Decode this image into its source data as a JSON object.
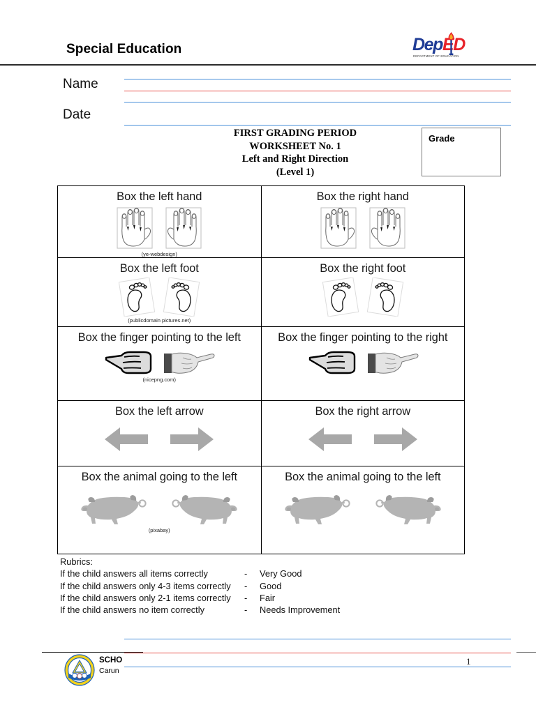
{
  "header": {
    "subject_title": "Special Education",
    "logo": {
      "name": "deped-logo",
      "text_primary": "Dep",
      "text_secondary": "ED",
      "subtitle": "DEPARTMENT OF EDUCATION",
      "color_primary": "#1f3c96",
      "color_secondary": "#e8232a",
      "torch_colors": [
        "#e8232a",
        "#f7a823"
      ]
    }
  },
  "fields": {
    "name_label": "Name",
    "date_label": "Date",
    "rule_blue_color": "#4a90d9",
    "rule_red_color": "#e8504a"
  },
  "title_block": {
    "line1": "FIRST GRADING PERIOD",
    "line2": "WORKSHEET No. 1",
    "line3": "Left and Right Direction",
    "line4": "(Level 1)"
  },
  "grade_box": {
    "label": "Grade",
    "value": "",
    "border_color": "#7a7a7a"
  },
  "worksheet_rows": [
    {
      "key": "hand",
      "left": {
        "prompt": "Box the left hand",
        "figures": [
          "left-hand-outline",
          "right-hand-outline"
        ],
        "credit": "(ye-webdesign)"
      },
      "right": {
        "prompt": "Box the right hand",
        "figures": [
          "left-hand-outline",
          "right-hand-outline"
        ],
        "credit": ""
      }
    },
    {
      "key": "foot",
      "left": {
        "prompt": "Box the left foot",
        "figures": [
          "left-footprint",
          "right-footprint"
        ],
        "credit": "(publicdomain pictures.net)"
      },
      "right": {
        "prompt": "Box the right foot",
        "figures": [
          "left-footprint",
          "right-footprint"
        ],
        "credit": ""
      }
    },
    {
      "key": "point",
      "left": {
        "prompt": "Box the finger pointing to the left",
        "figures": [
          "hand-pointing-left",
          "hand-pointing-right"
        ],
        "credit": "(nicepng.com)"
      },
      "right": {
        "prompt": "Box the finger pointing to the right",
        "figures": [
          "hand-pointing-left",
          "hand-pointing-right"
        ],
        "credit": ""
      }
    },
    {
      "key": "arrow",
      "left": {
        "prompt": "Box the left arrow",
        "figures": [
          "arrow-left",
          "arrow-right"
        ],
        "credit": ""
      },
      "right": {
        "prompt": "Box the right arrow",
        "figures": [
          "arrow-left",
          "arrow-right"
        ],
        "credit": ""
      }
    },
    {
      "key": "anim",
      "left": {
        "prompt": "Box the animal going to the left",
        "figures": [
          "pig-facing-left",
          "pig-facing-right"
        ],
        "credit": "(pixabay)"
      },
      "right": {
        "prompt": "Box the animal going to the left",
        "figures": [
          "pig-facing-left",
          "pig-facing-right"
        ],
        "credit": ""
      }
    }
  ],
  "rubrics": {
    "heading": "Rubrics:",
    "dash": "-",
    "items": [
      {
        "condition": "If the child answers all items correctly",
        "mark": "Very Good"
      },
      {
        "condition": "If the child answers only 4-3 items correctly",
        "mark": "Good"
      },
      {
        "condition": "If the child answers only 2-1 items correctly",
        "mark": "Fair"
      },
      {
        "condition": "If the child answers no item correctly",
        "mark": "Needs Improvement"
      }
    ]
  },
  "footer": {
    "school_name": "SCHO",
    "school_place": "Carun",
    "page_number": "1",
    "seal_colors": {
      "ring": "#f5d21a",
      "inner": "#1f63b5",
      "triangle": "#f5d21a"
    }
  },
  "figure_colors": {
    "arrow_gray": "#a8a8a8",
    "pig_gray": "#b4b4b4",
    "outline_gray": "#5a5a5a"
  }
}
